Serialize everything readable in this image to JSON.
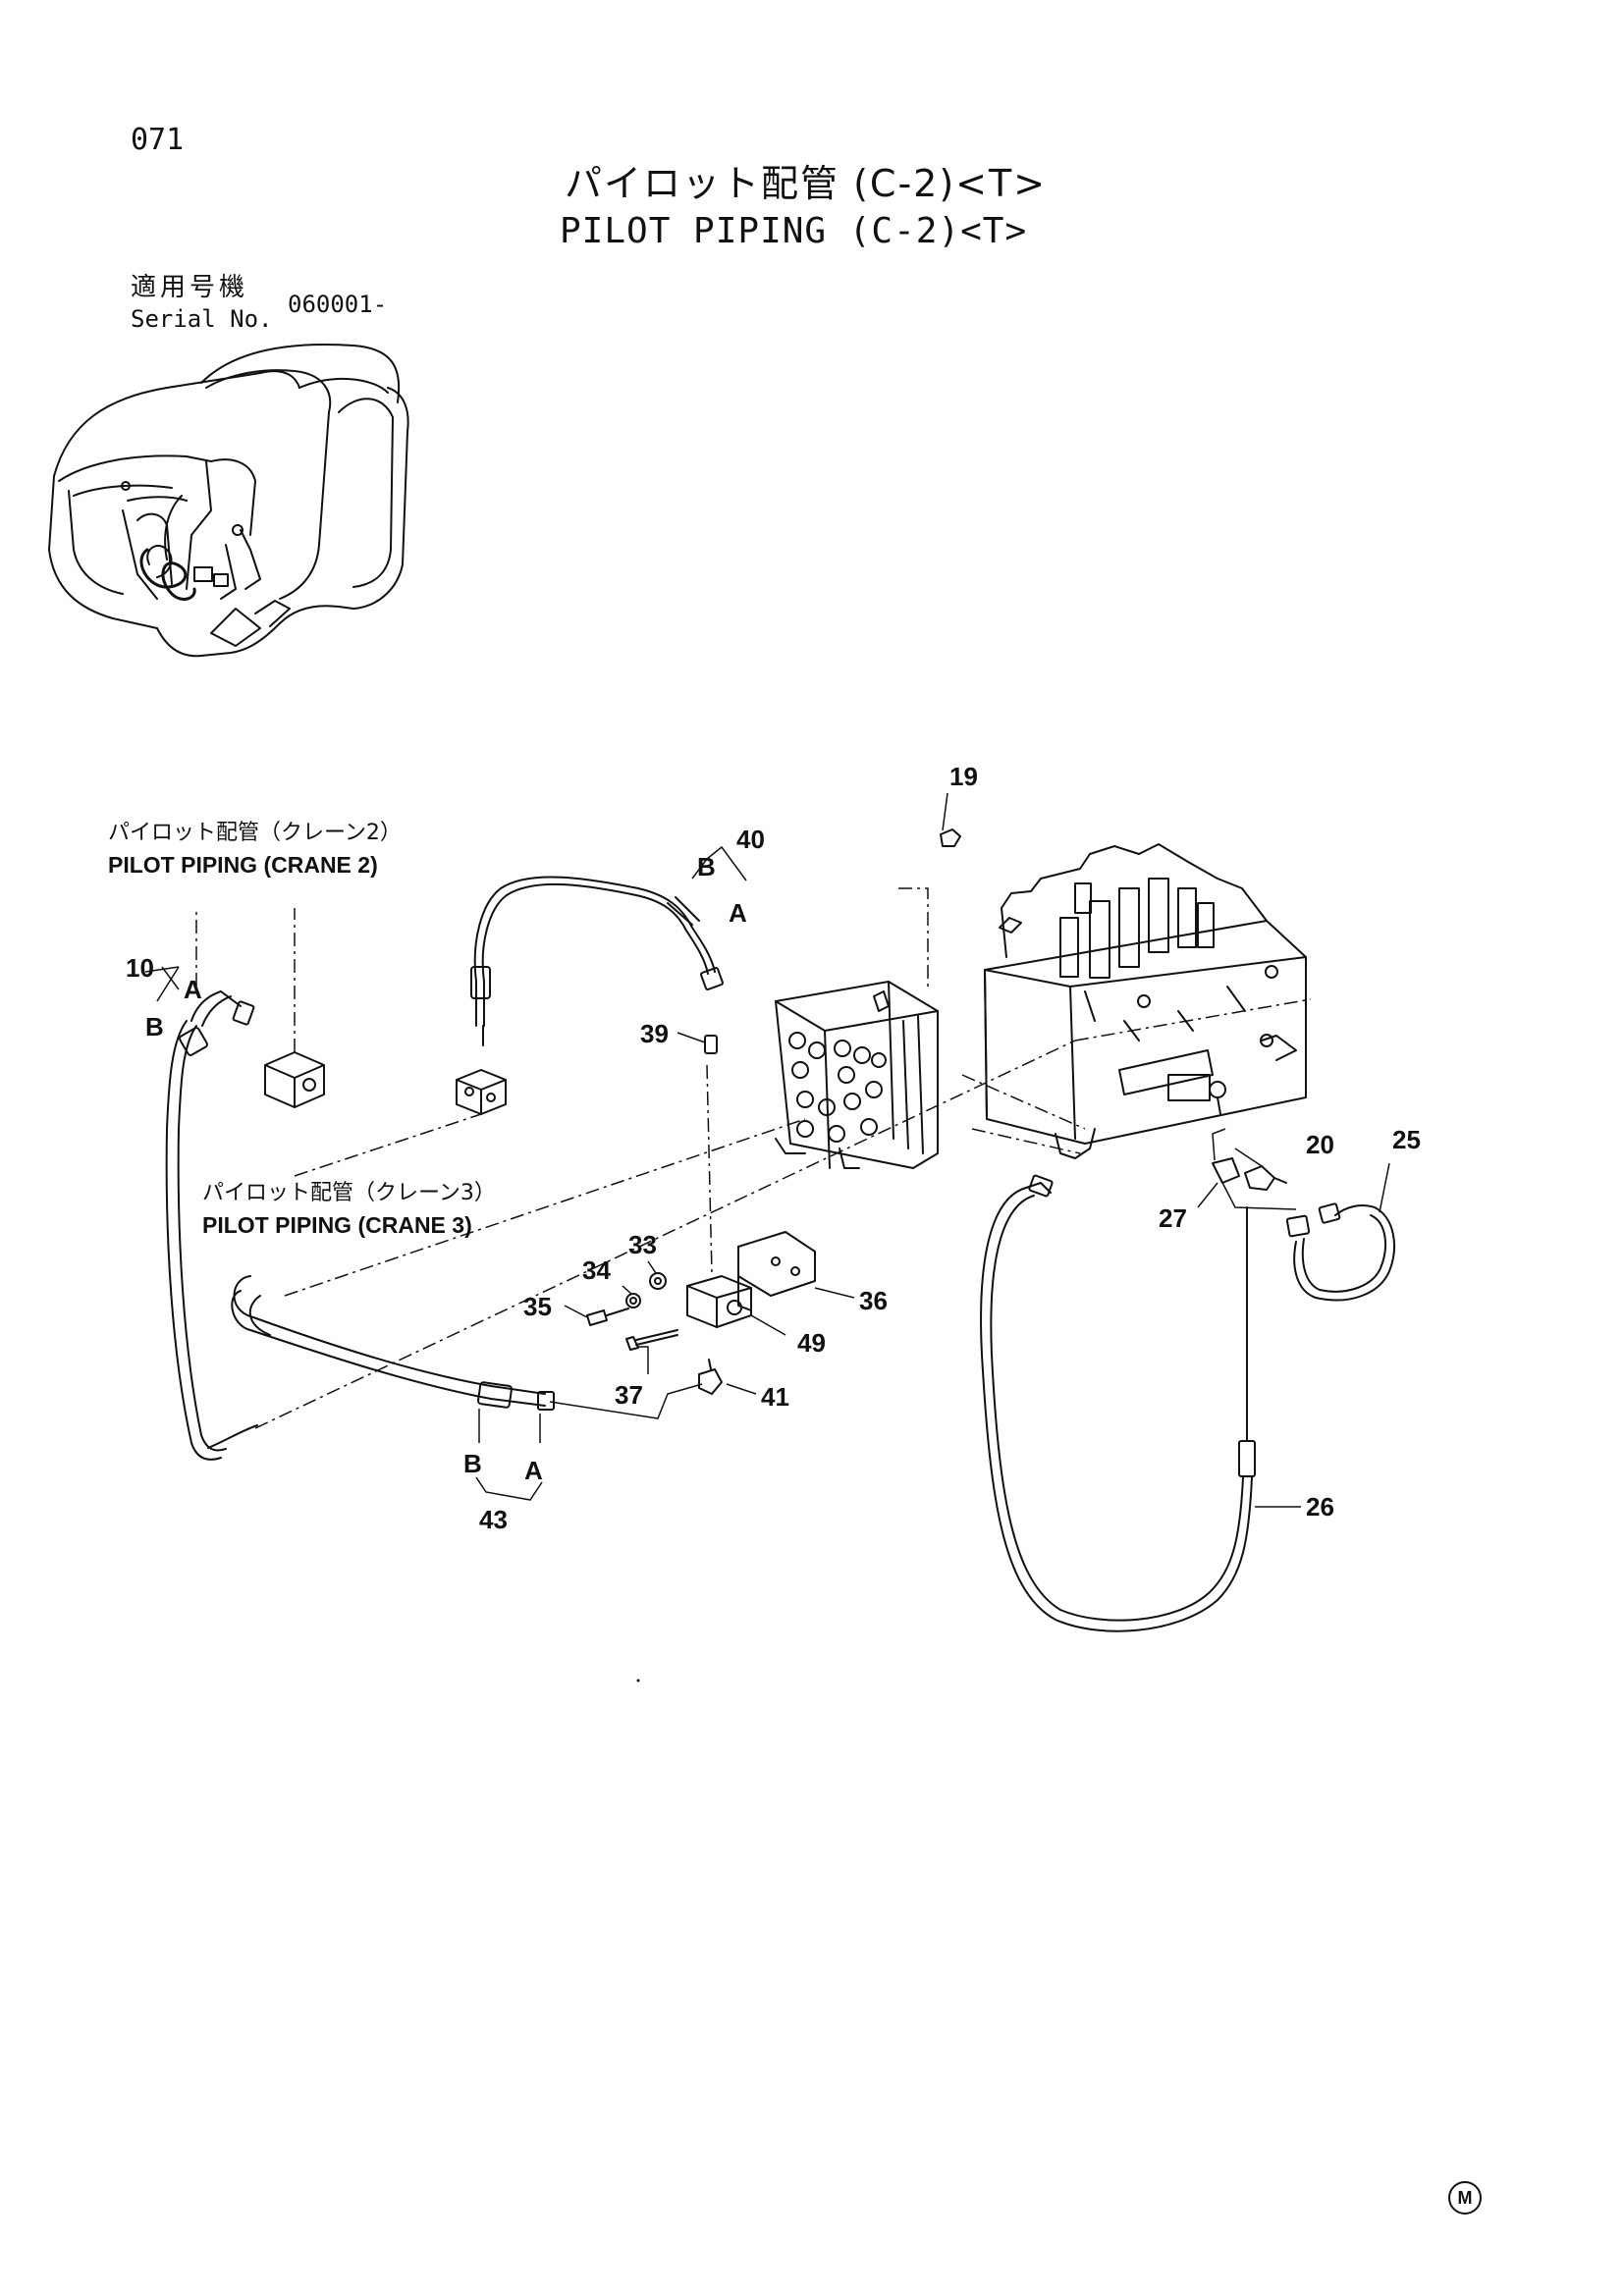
{
  "page_number": "071",
  "title_jp": "パイロット配管 (C-2)<T>",
  "title_en": "PILOT PIPING (C-2)<T>",
  "serial": {
    "label_jp": "適用号機",
    "label_en": "Serial No.",
    "value": "060001-"
  },
  "references": {
    "crane2_jp": "パイロット配管（クレーン2）",
    "crane2_en": "PILOT PIPING (CRANE 2)",
    "crane3_jp": "パイロット配管（クレーン3）",
    "crane3_en": "PILOT PIPING (CRANE 3)"
  },
  "parts": [
    "10",
    "19",
    "20",
    "25",
    "26",
    "27",
    "33",
    "34",
    "35",
    "36",
    "37",
    "39",
    "40",
    "41",
    "43",
    "49"
  ],
  "hose_ends": {
    "a": "A",
    "b": "B"
  },
  "corner_mark": "M"
}
